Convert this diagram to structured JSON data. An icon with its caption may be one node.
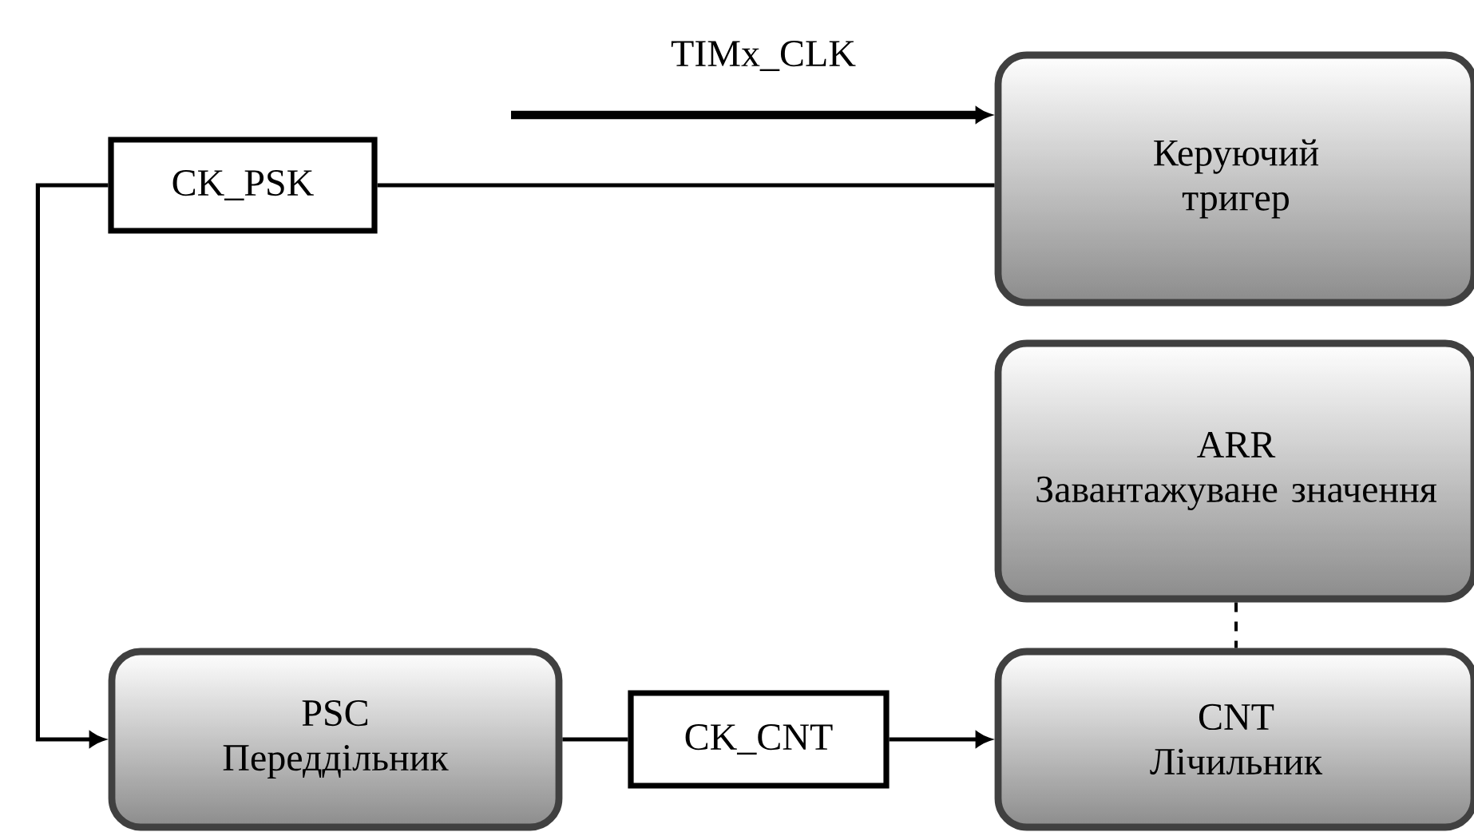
{
  "diagram": {
    "nodes": [
      {
        "text": [
          "CK_PSK"
        ]
      },
      {
        "text": [
          "Керуючий тригер"
        ]
      },
      {
        "text": [
          "ARR",
          "Завантажуване значення"
        ]
      },
      {
        "text": [
          "PSC",
          "Переддільник"
        ]
      },
      {
        "text": [
          "CK_CNT"
        ]
      },
      {
        "text": [
          "CNT",
          "Лічильник"
        ]
      }
    ],
    "edges": [
      {
        "from": null,
        "to": 1,
        "arrow": "to",
        "label": "TIMx_CLK",
        "style": "thick"
      },
      {
        "from": 1,
        "to": 0,
        "arrow": "none"
      },
      {
        "from": 0,
        "to": 3,
        "arrow": "to"
      },
      {
        "from": 3,
        "to": 4,
        "arrow": "none"
      },
      {
        "from": 4,
        "to": 5,
        "arrow": "to"
      },
      {
        "from": 2,
        "to": 5,
        "arrow": "none",
        "style": "dashed"
      }
    ]
  }
}
